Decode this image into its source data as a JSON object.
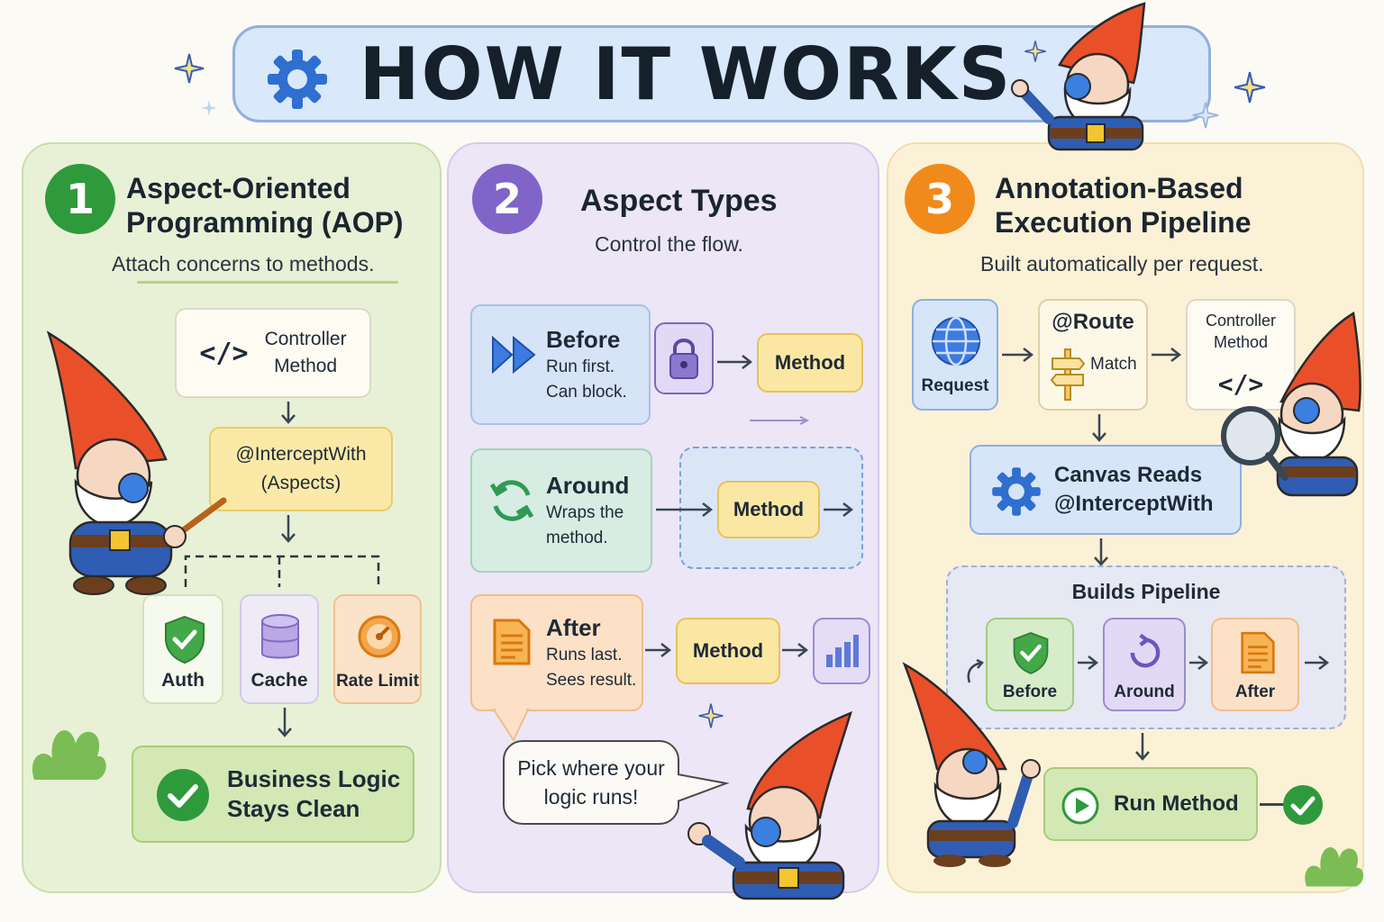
{
  "title": "HOW IT WORKS",
  "panel1": {
    "number": "1",
    "title_line1": "Aspect-Oriented",
    "title_line2": "Programming (AOP)",
    "subtitle": "Attach concerns to methods.",
    "controller_line1": "Controller",
    "controller_line2": "Method",
    "intercept_line1": "@InterceptWith",
    "intercept_line2": "(Aspects)",
    "aspects": [
      "Auth",
      "Cache",
      "Rate Limit"
    ],
    "result_line1": "Business Logic",
    "result_line2": "Stays Clean"
  },
  "panel2": {
    "number": "2",
    "title": "Aspect Types",
    "subtitle": "Control the flow.",
    "before_title": "Before",
    "before_line1": "Run first.",
    "before_line2": "Can block.",
    "around_title": "Around",
    "around_line1": "Wraps the",
    "around_line2": "method.",
    "after_title": "After",
    "after_line1": "Runs last.",
    "after_line2": "Sees result.",
    "method_label": "Method",
    "bubble_line1": "Pick where your",
    "bubble_line2": "logic runs!"
  },
  "panel3": {
    "number": "3",
    "title_line1": "Annotation-Based",
    "title_line2": "Execution Pipeline",
    "subtitle": "Built automatically per request.",
    "request": "Request",
    "route_title": "@Route",
    "route_match": "Match",
    "controller_line1": "Controller",
    "controller_line2": "Method",
    "canvas_line1": "Canvas Reads",
    "canvas_line2": "@InterceptWith",
    "pipeline_title": "Builds Pipeline",
    "stages": [
      "Before",
      "Around",
      "After"
    ],
    "run": "Run Method"
  },
  "colors": {
    "green": "#2f9a3c",
    "purple": "#8064c8",
    "orange": "#f08a1a",
    "method_yellow": "#fbe7a4"
  }
}
